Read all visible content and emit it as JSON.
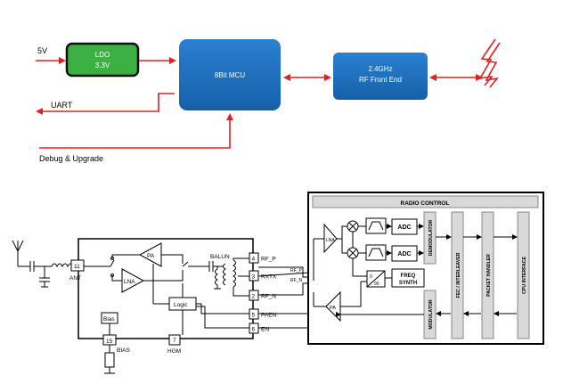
{
  "top": {
    "input_5v": "5V",
    "ldo_line1": "LDO",
    "ldo_line2": "3.3V",
    "mcu": "8Bit MCU",
    "rf_line1": "2.4GHz",
    "rf_line2": "RF Front End",
    "uart": "UART",
    "debug": "Debug & Upgrade"
  },
  "bottom": {
    "ant": "ANT",
    "pa": "PA",
    "lna": "LNA",
    "balun": "BALUN",
    "logic": "Logic",
    "bias": "Bias",
    "bias_pin_label": "BIAS",
    "hgm": "HGM",
    "pin_11": "11",
    "pin_15": "15",
    "pin_7": "7",
    "pins": [
      {
        "num": "4",
        "name": "RF_P"
      },
      {
        "num": "3",
        "name": "RXTX"
      },
      {
        "num": "2",
        "name": "RF_N"
      },
      {
        "num": "5",
        "name": "PAEN"
      },
      {
        "num": "6",
        "name": "EN"
      }
    ],
    "rf_p_small": "RF_P",
    "rf_n_small": "RF_N"
  },
  "radio": {
    "control": "RADIO CONTROL",
    "lna": "LNA",
    "pa": "PA",
    "adc1": "ADC",
    "adc2": "ADC",
    "phase0": "0",
    "phase90": "90",
    "freq_line1": "FREQ",
    "freq_line2": "SYNTH",
    "demodulator": "DEMODULATOR",
    "modulator": "MODULATOR",
    "fec": "FEC / INTERLEAVER",
    "packet": "PACKET HANDLER",
    "cpu": "CPU INTERFACE"
  },
  "colors": {
    "ldo_fill": "#3cb043",
    "mcu_fill": "#1f6fbf",
    "arrow_red": "#e02020",
    "gray_block": "#d9d9d9"
  }
}
